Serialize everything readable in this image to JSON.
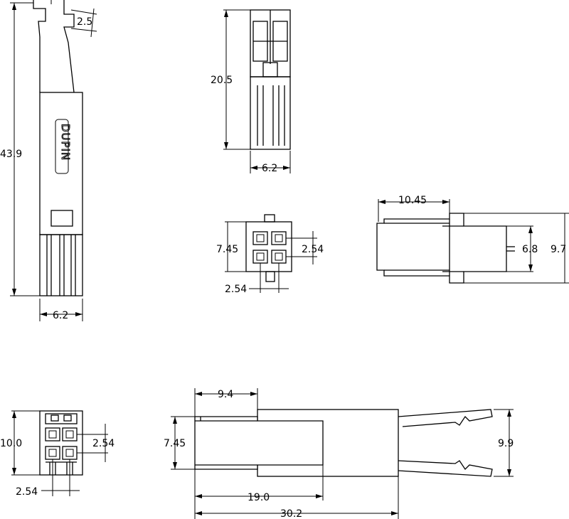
{
  "logo_text": "DUPIN",
  "dimensions": {
    "side_latch_offset": "2.5",
    "side_total_length": "43.9",
    "side_width": "6.2",
    "top_length": "20.5",
    "top_width": "6.2",
    "front_height": "7.45",
    "front_row_pitch": "2.54",
    "front_col_pitch": "2.54",
    "right_offset": "10.45",
    "right_inner_height": "6.8",
    "right_outer_height": "9.7",
    "rear_height": "10.0",
    "rear_row_pitch": "2.54",
    "rear_col_pitch": "2.54",
    "bottom_offset": "9.4",
    "bottom_height": "7.45",
    "bottom_mid_length": "19.0",
    "bottom_total_length": "30.2",
    "bottom_latch_height": "9.9"
  }
}
